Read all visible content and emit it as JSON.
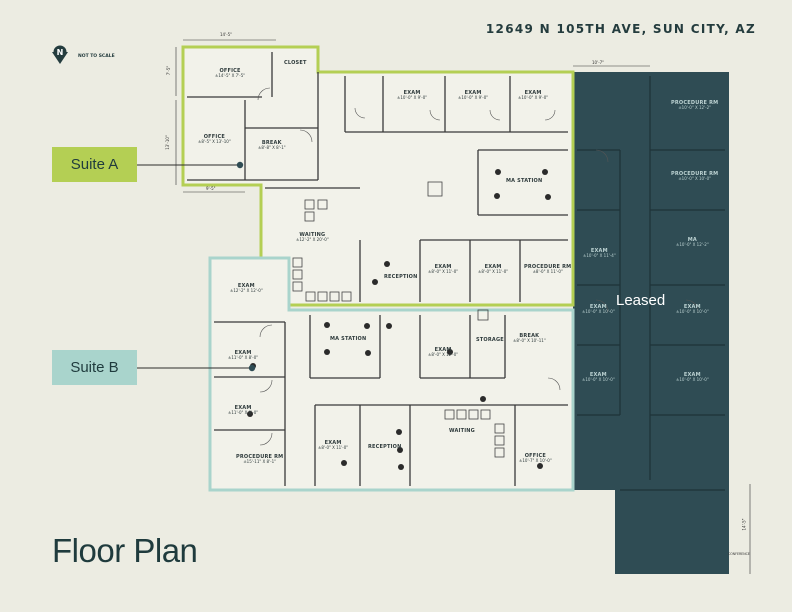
{
  "address": "12649 N 105TH AVE, SUN CITY, AZ",
  "title": "Floor Plan",
  "north_indicator": {
    "icon": "north-arrow-icon",
    "letter": "N",
    "note": "NOT TO SCALE"
  },
  "suites": {
    "a": {
      "label": "Suite A",
      "color": "#b4cf54"
    },
    "b": {
      "label": "Suite B",
      "color": "#a9d4cc"
    },
    "leased": {
      "label": "Leased",
      "color": "#2f4c54"
    }
  },
  "rooms": {
    "office_top": {
      "name": "OFFICE",
      "size": "±14'-5\" X 7'-5\""
    },
    "closet": {
      "name": "CLOSET",
      "size": ""
    },
    "office_mid": {
      "name": "OFFICE",
      "size": "±8'-5\" X 13'-10\""
    },
    "break_a": {
      "name": "BREAK",
      "size": "±8'-8\" X 8'-1\""
    },
    "exam_a1": {
      "name": "EXAM",
      "size": "±10'-0\" X 9'-0\""
    },
    "exam_a2": {
      "name": "EXAM",
      "size": "±10'-0\" X 9'-0\""
    },
    "exam_a3": {
      "name": "EXAM",
      "size": "±10'-0\" X 9'-0\""
    },
    "ma_station_a": {
      "name": "MA STATION",
      "size": ""
    },
    "waiting_a": {
      "name": "WAITING",
      "size": "±12'-2\" X 20'-0\""
    },
    "reception_a": {
      "name": "RECEPTION",
      "size": ""
    },
    "exam_a4": {
      "name": "EXAM",
      "size": "±8'-0\" X 11'-0\""
    },
    "exam_a5": {
      "name": "EXAM",
      "size": "±8'-0\" X 11'-0\""
    },
    "procedure_a": {
      "name": "PROCEDURE RM",
      "size": "±8'-0\" X 11'-0\""
    },
    "exam_b1": {
      "name": "EXAM",
      "size": "±12'-2\" X 12'-0\""
    },
    "exam_b2": {
      "name": "EXAM",
      "size": "±11'-0\" X 8'-0\""
    },
    "exam_b3": {
      "name": "EXAM",
      "size": "±11'-0\" X 8'-0\""
    },
    "procedure_b": {
      "name": "PROCEDURE RM",
      "size": "±15'-11\" X 8'-1\""
    },
    "ma_station_b": {
      "name": "MA STATION",
      "size": ""
    },
    "exam_b4": {
      "name": "EXAM",
      "size": "±8'-0\" X 12'-0\""
    },
    "storage_b": {
      "name": "STORAGE",
      "size": ""
    },
    "break_b": {
      "name": "BREAK",
      "size": "±8'-0\" X 10'-11\""
    },
    "exam_b5": {
      "name": "EXAM",
      "size": "±8'-0\" X 11'-0\""
    },
    "reception_b": {
      "name": "RECEPTION",
      "size": ""
    },
    "waiting_b": {
      "name": "WAITING",
      "size": ""
    },
    "office_b": {
      "name": "OFFICE",
      "size": "±10'-7\" X 10'-0\""
    },
    "procedure_l1": {
      "name": "PROCEDURE RM",
      "size": "±10'-0\" X 12'-2\""
    },
    "procedure_l2": {
      "name": "PROCEDURE RM",
      "size": "±10'-0\" X 10'-0\""
    },
    "exam_l1": {
      "name": "EXAM",
      "size": "±10'-0\" X 11'-4\""
    },
    "ma_l": {
      "name": "MA",
      "size": "±10'-0\" X 12'-2\""
    },
    "exam_l2": {
      "name": "EXAM",
      "size": "±10'-0\" X 10'-0\""
    },
    "exam_l3": {
      "name": "EXAM",
      "size": "±10'-0\" X 10'-0\""
    },
    "exam_l4": {
      "name": "EXAM",
      "size": "±10'-0\" X 10'-0\""
    },
    "exam_l5": {
      "name": "EXAM",
      "size": "±10'-0\" X 10'-0\""
    }
  },
  "dimensions": {
    "top_width": "14'-5\"",
    "left_height_top": "7'-5\"",
    "left_height_mid": "13'-10\"",
    "lower_width": "9'-5\"",
    "right_width": "10'-7\"",
    "right_height": "14'-5\"",
    "right_note": "CONFERENCE"
  }
}
